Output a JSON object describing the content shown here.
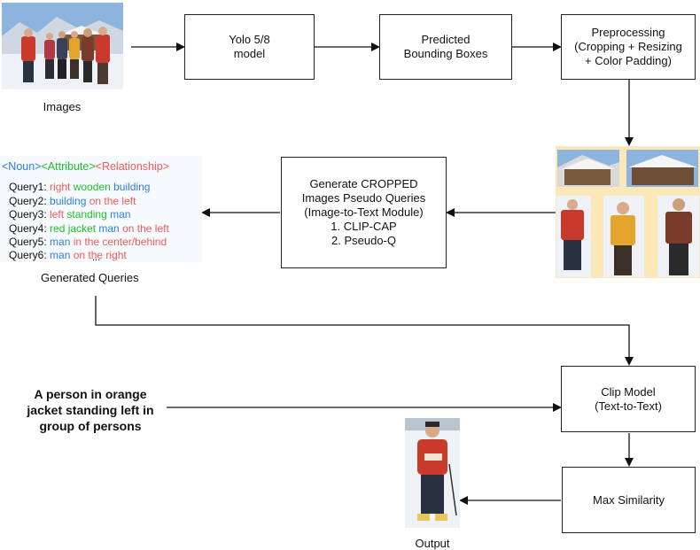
{
  "boxes": {
    "yolo": [
      "Yolo 5/8",
      "model"
    ],
    "predicted": [
      "Predicted",
      "Bounding Boxes"
    ],
    "preprocessing": [
      "Preprocessing",
      "(Cropping + Resizing",
      "+ Color Padding)"
    ],
    "generate": [
      "Generate CROPPED",
      "Images Pseudo Queries",
      "(Image-to-Text Module)",
      "1. CLIP-CAP",
      "2. Pseudo-Q"
    ],
    "clip": [
      "Clip Model",
      "(Text-to-Text)"
    ],
    "maxsim": [
      "Max Similarity"
    ]
  },
  "captions": {
    "images": "Images",
    "generated_queries": "Generated Queries",
    "output": "Output"
  },
  "queries_panel": {
    "header": [
      {
        "text": "<Noun>",
        "color": "#2f7fe0"
      },
      {
        "text": "<Attribute>",
        "color": "#1fbf2b"
      },
      {
        "text": "<Relationship>",
        "color": "#f05a5a"
      }
    ],
    "rows": [
      [
        {
          "text": "Query1: ",
          "c": "black"
        },
        {
          "text": "right ",
          "c": "red"
        },
        {
          "text": "wooden ",
          "c": "green"
        },
        {
          "text": "building",
          "c": "blue"
        }
      ],
      [
        {
          "text": "Query2: ",
          "c": "black"
        },
        {
          "text": "building ",
          "c": "blue"
        },
        {
          "text": "on the left",
          "c": "red"
        }
      ],
      [
        {
          "text": "Query3: ",
          "c": "black"
        },
        {
          "text": "left ",
          "c": "red"
        },
        {
          "text": "standing ",
          "c": "green"
        },
        {
          "text": "man",
          "c": "blue"
        }
      ],
      [
        {
          "text": "Query4: ",
          "c": "black"
        },
        {
          "text": "red jacket ",
          "c": "green"
        },
        {
          "text": "man ",
          "c": "blue"
        },
        {
          "text": "on the left",
          "c": "red"
        }
      ],
      [
        {
          "text": "Query5: ",
          "c": "black"
        },
        {
          "text": "man ",
          "c": "blue"
        },
        {
          "text": "in the center/behind",
          "c": "red"
        }
      ],
      [
        {
          "text": "Query6: ",
          "c": "black"
        },
        {
          "text": "man ",
          "c": "blue"
        },
        {
          "text": "on the right",
          "c": "red"
        }
      ]
    ],
    "ellipsis": "..."
  },
  "input_query": "A person in orange jacket standing left in group of persons",
  "colors": {
    "noun": "#2f7fe0",
    "attribute": "#1fbf2b",
    "relationship": "#f05a5a",
    "crop_background": "#fbe7b8",
    "jacket": "#c9392c",
    "snow": "#eef2f6",
    "sky": "#8db4dc"
  }
}
